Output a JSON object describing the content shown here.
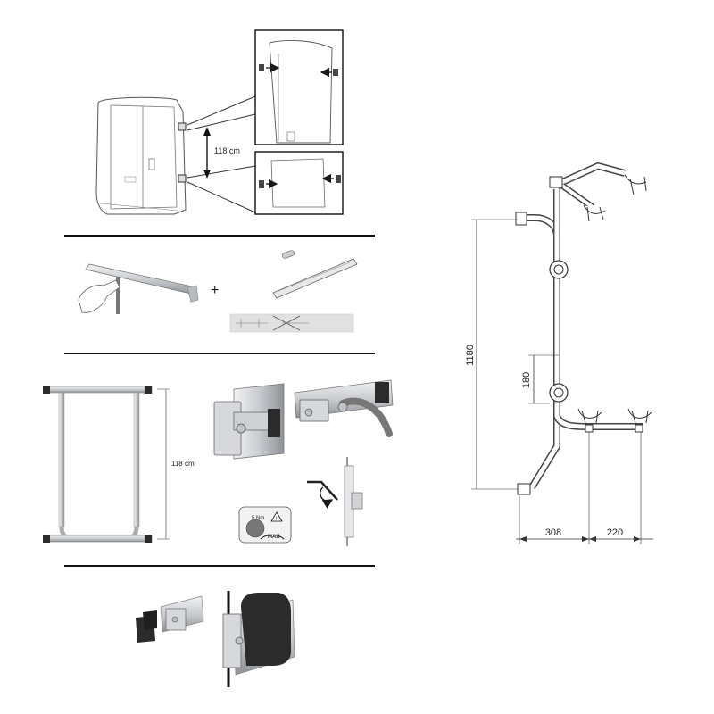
{
  "step1": {
    "distance_label": "118 cm"
  },
  "step2": {
    "plus_sign": "+"
  },
  "step3": {
    "frame_height_label": "118 cm",
    "torque_label": "5 Nm",
    "max_label": "MAX",
    "warning_symbol": "!"
  },
  "rack_drawing": {
    "height_dim": "1180",
    "spacing_dim": "180",
    "left_offset_dim": "308",
    "right_offset_dim": "220"
  },
  "colors": {
    "line": "#1a1a1a",
    "rail_light": "#d8dadd",
    "rail_dark": "#8a8d92",
    "rubber": "#2b2b2b",
    "divider": "#111111"
  }
}
